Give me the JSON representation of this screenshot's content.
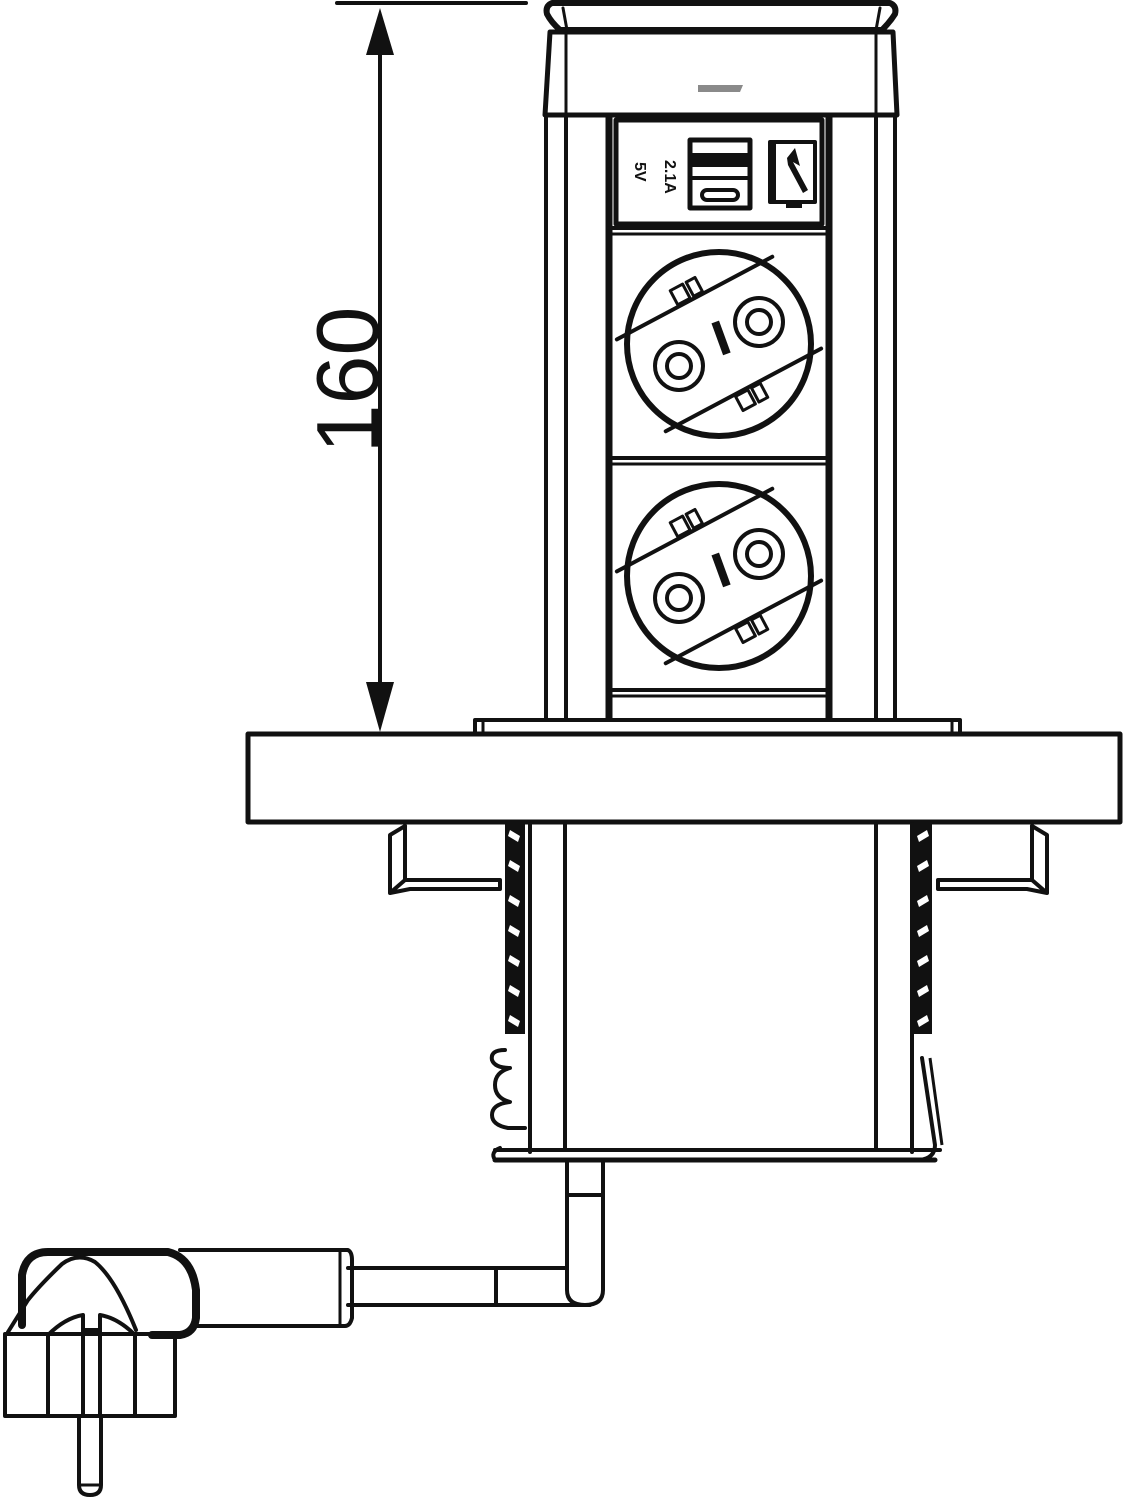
{
  "diagram": {
    "subject": "Pop-up worktop socket unit, side/front technical drawing",
    "dimension": {
      "value": "160",
      "orientation": "vertical"
    },
    "usb_panel": {
      "label_voltage": "5V",
      "label_current": "2.1A",
      "ports": [
        "USB-A",
        "USB-C"
      ],
      "icon": "push-to-open-icon"
    },
    "sockets": [
      {
        "type": "Schuko",
        "position": "upper"
      },
      {
        "type": "Schuko",
        "position": "lower"
      }
    ],
    "led_indicator_color": "#8a8a8a",
    "line_color": "#111111",
    "background_color": "#ffffff"
  }
}
